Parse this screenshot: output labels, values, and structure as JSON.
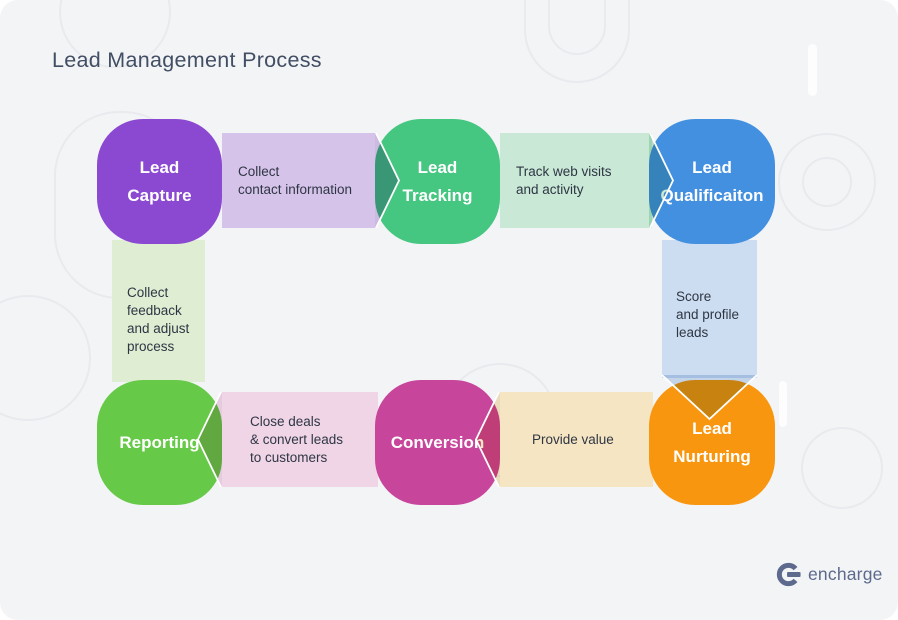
{
  "title": "Lead Management Process",
  "canvas": {
    "background_color": "#f3f4f6",
    "title_color": "#414e63"
  },
  "nodes": [
    {
      "id": "lead-capture",
      "label": "Lead\nCapture",
      "color": "#8b49d1"
    },
    {
      "id": "lead-tracking",
      "label": "Lead\nTracking",
      "color": "#45c681"
    },
    {
      "id": "lead-qualification",
      "label": "Lead\nQualificaiton",
      "color": "#4490e0"
    },
    {
      "id": "lead-nurturing",
      "label": "Lead\nNurturing",
      "color": "#f8960f"
    },
    {
      "id": "conversion",
      "label": "Conversion",
      "color": "#c7459b"
    },
    {
      "id": "reporting",
      "label": "Reporting",
      "color": "#67c948"
    }
  ],
  "connectors": [
    {
      "id": "collect-contact-information",
      "label": "Collect\ncontact information",
      "color": "#d6c3ea",
      "from": "lead-capture",
      "to": "lead-tracking"
    },
    {
      "id": "track-web-visits",
      "label": "Track web visits\nand activity",
      "color": "#c9e8d6",
      "from": "lead-tracking",
      "to": "lead-qualification"
    },
    {
      "id": "score-and-profile-leads",
      "label": "Score\nand profile\nleads",
      "color": "#cdddf1",
      "from": "lead-qualification",
      "to": "lead-nurturing"
    },
    {
      "id": "provide-value",
      "label": "Provide value",
      "color": "#f6e5c3",
      "from": "lead-nurturing",
      "to": "conversion"
    },
    {
      "id": "close-deals",
      "label": "Close deals\n& convert leads\nto customers",
      "color": "#f0d5e6",
      "from": "conversion",
      "to": "reporting"
    },
    {
      "id": "collect-feedback",
      "label": "Collect\nfeedback\nand adjust\nprocess",
      "color": "#dfeed3",
      "from": "reporting",
      "to": "lead-capture"
    }
  ],
  "logo": {
    "text": "encharge",
    "color": "#5d6a8d"
  },
  "text_color": "#2e3644"
}
